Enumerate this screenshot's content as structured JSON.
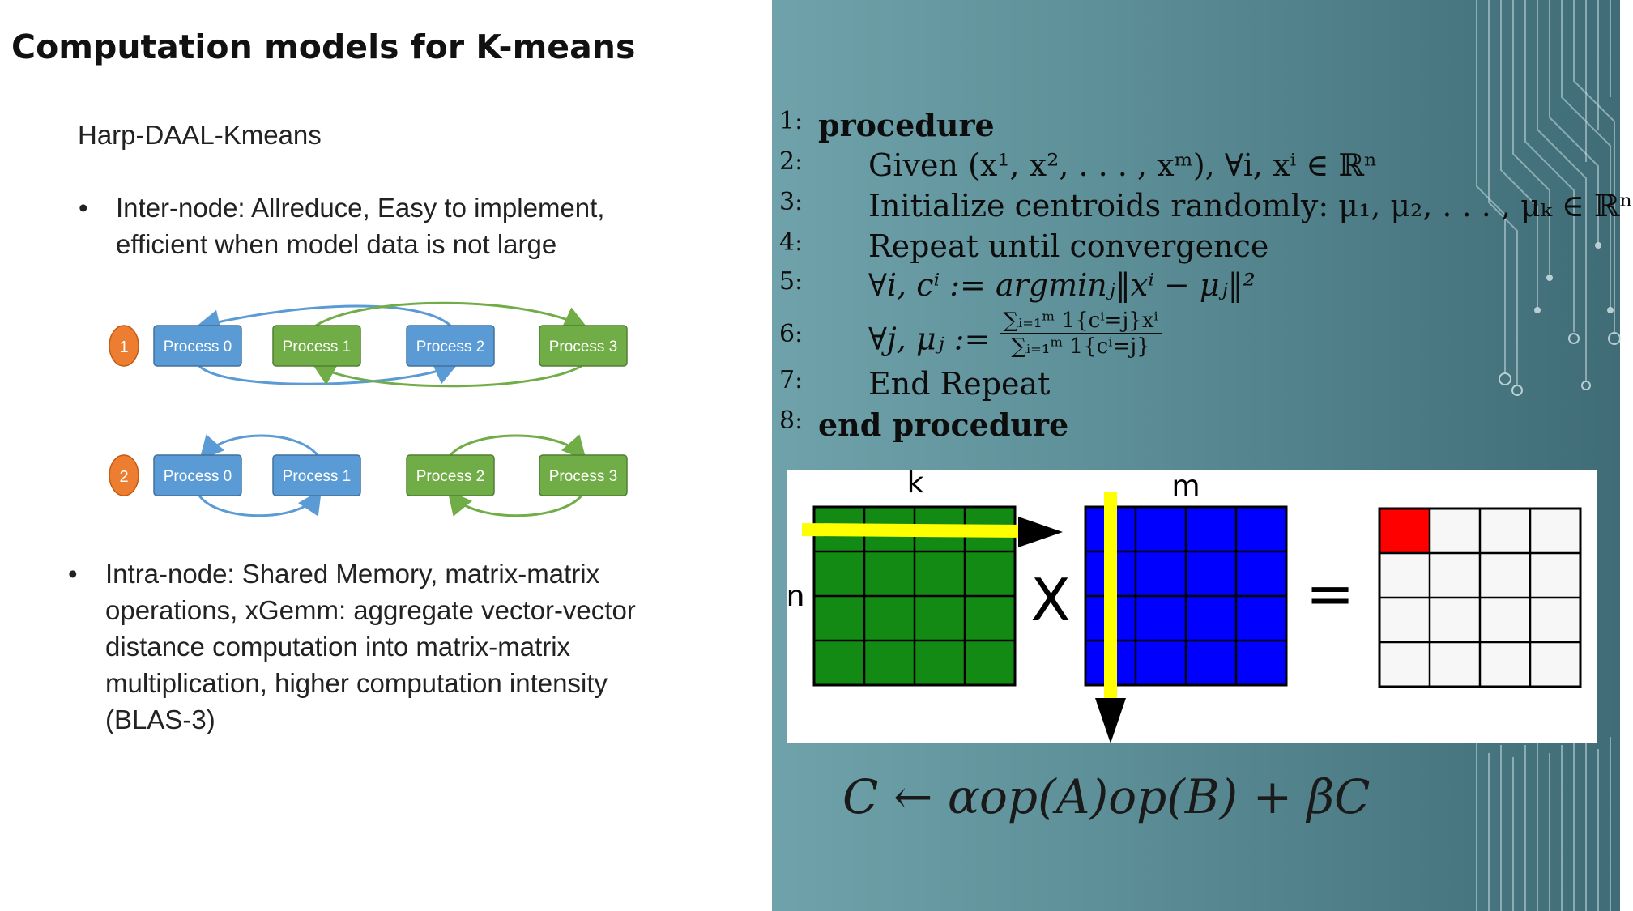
{
  "slide": {
    "title": "Computation models for K-means",
    "subtitle": "Harp-DAAL-Kmeans",
    "bullets": [
      {
        "marker": "•",
        "text": "Inter-node: Allreduce, Easy to implement, efficient when model data is not large"
      },
      {
        "marker": "•",
        "text": "Intra-node: Shared Memory, matrix-matrix operations, xGemm: aggregate vector-vector distance computation into matrix-matrix multiplication, higher computation intensity (BLAS-3)"
      }
    ]
  },
  "allreduce_diagram": {
    "rows": [
      {
        "step": "1",
        "processes": [
          {
            "label": "Process 0",
            "color": "#5b9bd5"
          },
          {
            "label": "Process 1",
            "color": "#70ad47"
          },
          {
            "label": "Process 2",
            "color": "#5b9bd5"
          },
          {
            "label": "Process 3",
            "color": "#70ad47"
          }
        ]
      },
      {
        "step": "2",
        "processes": [
          {
            "label": "Process 0",
            "color": "#5b9bd5"
          },
          {
            "label": "Process 1",
            "color": "#5b9bd5"
          },
          {
            "label": "Process 2",
            "color": "#70ad47"
          },
          {
            "label": "Process 3",
            "color": "#70ad47"
          }
        ]
      }
    ],
    "step_color": "#ed7d31",
    "blue_color": "#5b9bd5",
    "green_color": "#70ad47"
  },
  "algorithm": {
    "lines": [
      {
        "num": "1:",
        "text": "procedure",
        "bold": true
      },
      {
        "num": "2:",
        "text": "Given (x¹, x², . . . , xᵐ), ∀i, xⁱ ∈ ℝⁿ"
      },
      {
        "num": "3:",
        "text": "Initialize centroids randomly: μ₁, μ₂, . . . , μₖ ∈ ℝⁿ"
      },
      {
        "num": "4:",
        "text": "Repeat until convergence"
      },
      {
        "num": "5:",
        "text": "∀i, cⁱ := argminⱼ‖xⁱ − μⱼ‖²"
      },
      {
        "num": "6:",
        "text": "∀j, μⱼ :=",
        "frac_num": "∑ᵢ₌₁ᵐ 1{cⁱ=j}xⁱ",
        "frac_den": "∑ᵢ₌₁ᵐ 1{cⁱ=j}"
      },
      {
        "num": "7:",
        "text": "End Repeat"
      },
      {
        "num": "8:",
        "text": "end procedure",
        "bold": true
      }
    ]
  },
  "matrix_figure": {
    "label_k": "k",
    "label_n": "n",
    "label_m": "m",
    "times": "X",
    "equals": "=",
    "colors": {
      "a": "#138a13",
      "b": "#0000ff",
      "arrow": "#ffff00",
      "highlight": "#ff0000"
    }
  },
  "gemm_formula": "C ← αop(A)op(B) + βC"
}
